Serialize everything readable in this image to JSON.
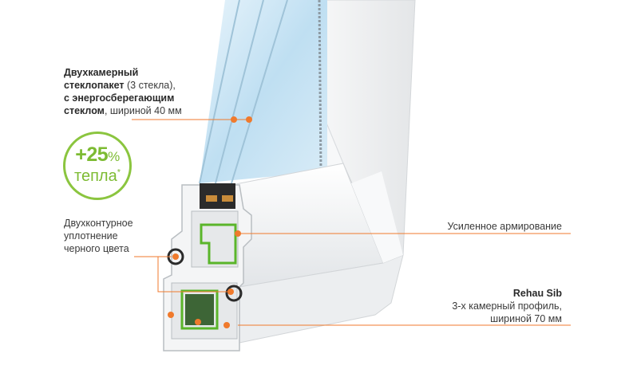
{
  "labels": {
    "glass": {
      "line1": "Двухкамерный",
      "line2_bold": "стеклопакет",
      "line2_rest": " (3 стекла),",
      "line3": "с энергосберегающим",
      "line4_bold": "стеклом",
      "line4_rest": ", шириной 40 мм"
    },
    "seal": {
      "line1": "Двухконтурное",
      "line2": "уплотнение",
      "line3": "черного цвета"
    },
    "reinforcement": "Усиленное армирование",
    "profile": {
      "name": "Rehau Sib",
      "line2": "3-х камерный профиль,",
      "line3": "шириной 70 мм"
    }
  },
  "badge": {
    "value": "+25",
    "unit": "%",
    "word": "тепла",
    "mark": "*"
  },
  "colors": {
    "accent_orange": "#f07a2c",
    "badge_green": "#8bc53f",
    "reinforcement_green": "#5ab52a",
    "glass_blue": "#cfe6f4",
    "frame_white": "#f3f4f5"
  }
}
